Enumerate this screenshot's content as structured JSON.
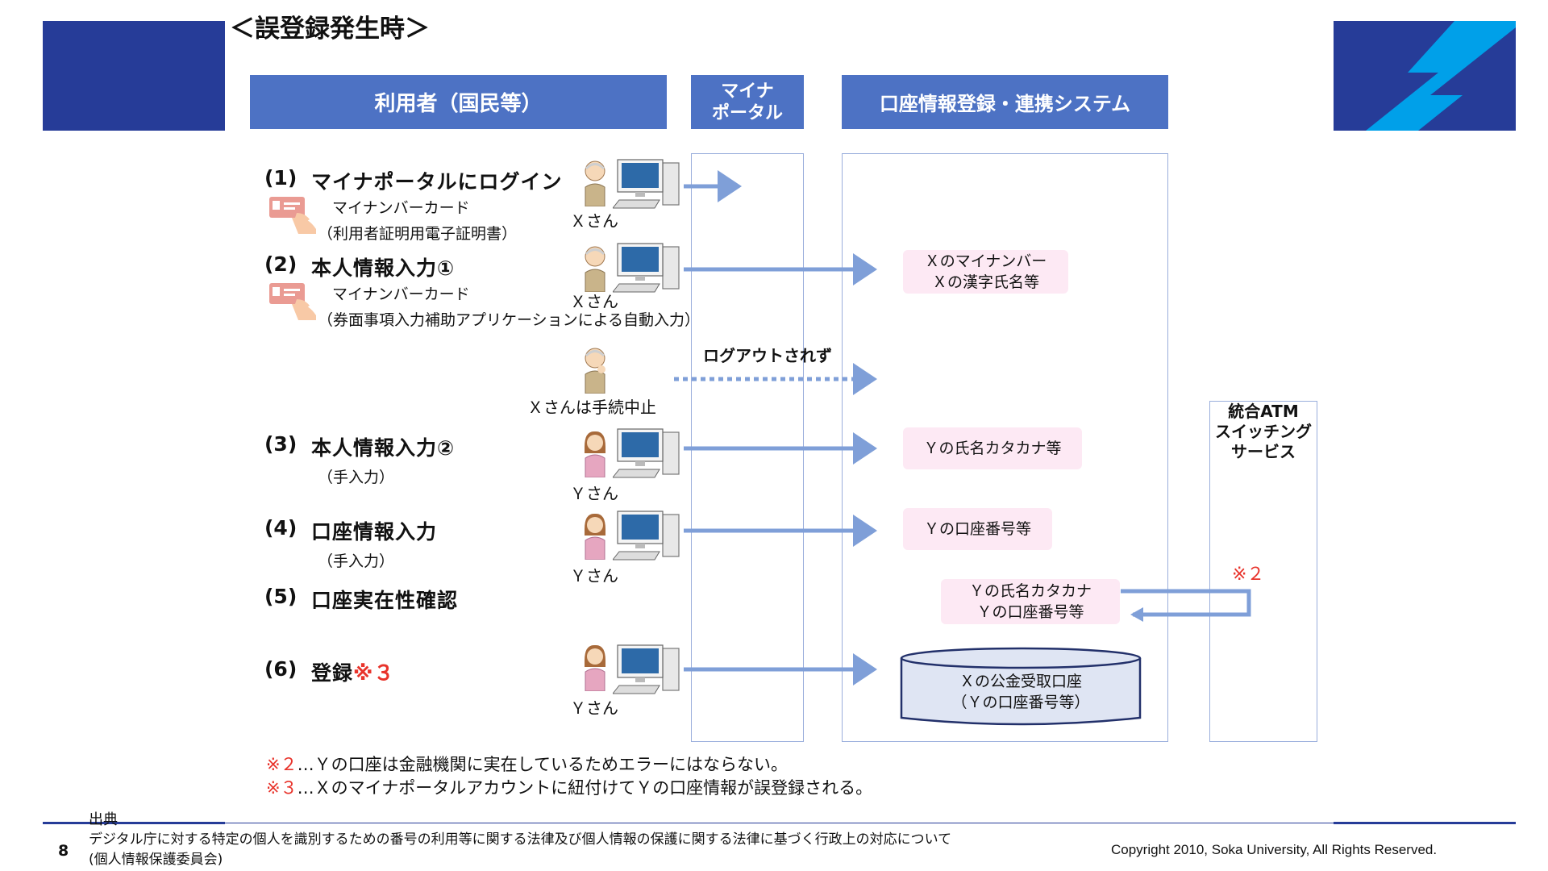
{
  "slide": {
    "title": "＜誤登録発生時＞",
    "page_number": "8",
    "copyright": "Copyright 2010, Soka University, All Rights Reserved."
  },
  "columns": {
    "user": "利用者（国民等）",
    "portal_1": "マイナ",
    "portal_2": "ポータル",
    "system": "口座情報登録・連携システム",
    "atm_1": "統合ATM",
    "atm_2": "スイッチング",
    "atm_3": "サービス"
  },
  "steps": [
    {
      "no": "(1)",
      "title": "マイナポータルにログイン",
      "sub1": "マイナンバーカード",
      "sub2": "（利用者証明用電子証明書）",
      "person": "Ｘさん"
    },
    {
      "no": "(2)",
      "title": "本人情報入力①",
      "sub1": "マイナンバーカード",
      "sub2": "（券面事項入力補助アプリケーションによる自動入力）",
      "person": "Ｘさん"
    },
    {
      "person_caption": "Ｘさんは手続中止",
      "arrow_label": "ログアウトされず"
    },
    {
      "no": "(3)",
      "title": "本人情報入力②",
      "sub1": "（手入力）",
      "person": "Ｙさん"
    },
    {
      "no": "(4)",
      "title": "口座情報入力",
      "sub1": "（手入力）",
      "person": "Ｙさん"
    },
    {
      "no": "(5)",
      "title": "口座実在性確認"
    },
    {
      "no": "(6)",
      "title": "登録",
      "mark": "※３",
      "person": "Ｙさん"
    }
  ],
  "boxes": {
    "box1_line1": "Ｘのマイナンバー",
    "box1_line2": "Ｘの漢字氏名等",
    "box2": "Ｙの氏名カタカナ等",
    "box3": "Ｙの口座番号等",
    "box4_line1": "Ｙの氏名カタカナ",
    "box4_line2": "Ｙの口座番号等",
    "db_line1": "Ｘの公金受取口座",
    "db_line2": "（Ｙの口座番号等）",
    "note_marker": "※２"
  },
  "notes": [
    {
      "mark": "※２",
      "text": "…Ｙの口座は金融機関に実在しているためエラーにはならない。"
    },
    {
      "mark": "※３",
      "text": "…Ｘのマイナポータルアカウントに紐付けてＹの口座情報が誤登録される。"
    }
  ],
  "source": {
    "label": "出典",
    "line1": "デジタル庁に対する特定の個人を識別するための番号の利用等に関する法律及び個人情報の保護に関する法律に基づく行政上の対応について",
    "line2": "(個人情報保護委員会)"
  },
  "icons": [
    "id-card-icon",
    "person-icon",
    "computer-icon",
    "logo-s-icon"
  ]
}
